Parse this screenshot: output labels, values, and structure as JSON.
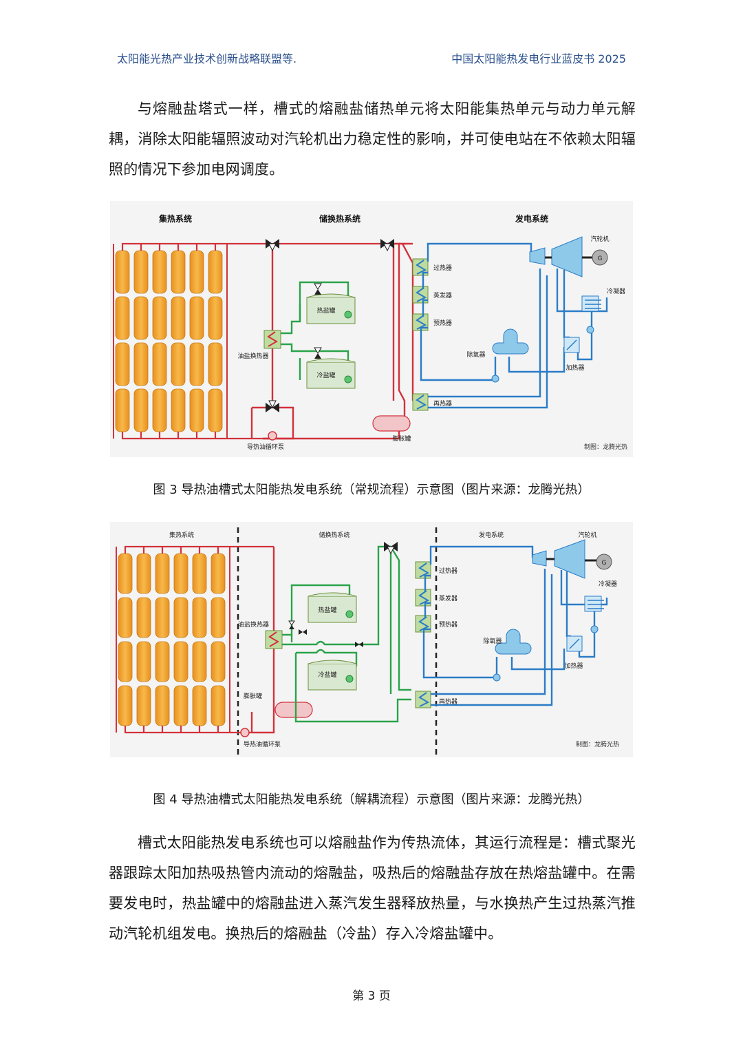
{
  "header": {
    "left": "太阳能光热产业技术创新战略联盟等.",
    "right": "中国太阳能热发电行业蓝皮书 2025"
  },
  "paragraphs": {
    "p1": "与熔融盐塔式一样，槽式的熔融盐储热单元将太阳能集热单元与动力单元解耦，消除太阳能辐照波动对汽轮机出力稳定性的影响，并可使电站在不依赖太阳辐照的情况下参加电网调度。",
    "p2": "槽式太阳能热发电系统也可以熔融盐作为传热流体，其运行流程是：槽式聚光器跟踪太阳加热吸热管内流动的熔融盐，吸热后的熔融盐存放在热熔盐罐中。在需要发电时，热盐罐中的熔融盐进入蒸汽发生器释放热量，与水换热产生过热蒸汽推动汽轮机组发电。换热后的熔融盐（冷盐）存入冷熔盐罐中。"
  },
  "figure1": {
    "sec_collector": "集热系统",
    "sec_storage": "储换热系统",
    "sec_power": "发电系统",
    "turbine": "汽轮机",
    "generator": "G",
    "condenser": "冷凝器",
    "superheater": "过热器",
    "evaporator": "蒸发器",
    "preheater": "预热器",
    "hot_tank": "热盐罐",
    "cold_tank": "冷盐罐",
    "oil_salt_hx": "油盐换热器",
    "deaerator": "除氧器",
    "heater": "加热器",
    "reheater": "再热器",
    "expansion_tank": "膨胀罐",
    "pump": "导热油循环泵",
    "credit": "制图：龙腾光热",
    "caption": "图 3 导热油槽式太阳能热发电系统（常规流程）示意图（图片来源：龙腾光热）"
  },
  "figure2": {
    "sec_collector": "集热系统",
    "sec_storage": "储换热系统",
    "sec_power": "发电系统",
    "turbine": "汽轮机",
    "generator": "G",
    "condenser": "冷凝器",
    "superheater": "过热器",
    "evaporator": "蒸发器",
    "preheater": "预热器",
    "hot_tank": "热盐罐",
    "cold_tank": "冷盐罐",
    "oil_salt_hx": "油盐换热器",
    "deaerator": "除氧器",
    "heater": "加热器",
    "reheater": "再热器",
    "expansion_tank": "膨胀罐",
    "pump": "导热油循环泵",
    "credit": "制图：龙腾光热",
    "caption": "图 4 导热油槽式太阳能热发电系统（解耦流程）示意图（图片来源：龙腾光热）"
  },
  "footer": {
    "page": "第 3 页"
  },
  "colors": {
    "oil": "#d2323c",
    "salt": "#2aa34a",
    "water": "#2a7cc7",
    "collector": "#f2a93b",
    "header_text": "#2a4f8c"
  }
}
